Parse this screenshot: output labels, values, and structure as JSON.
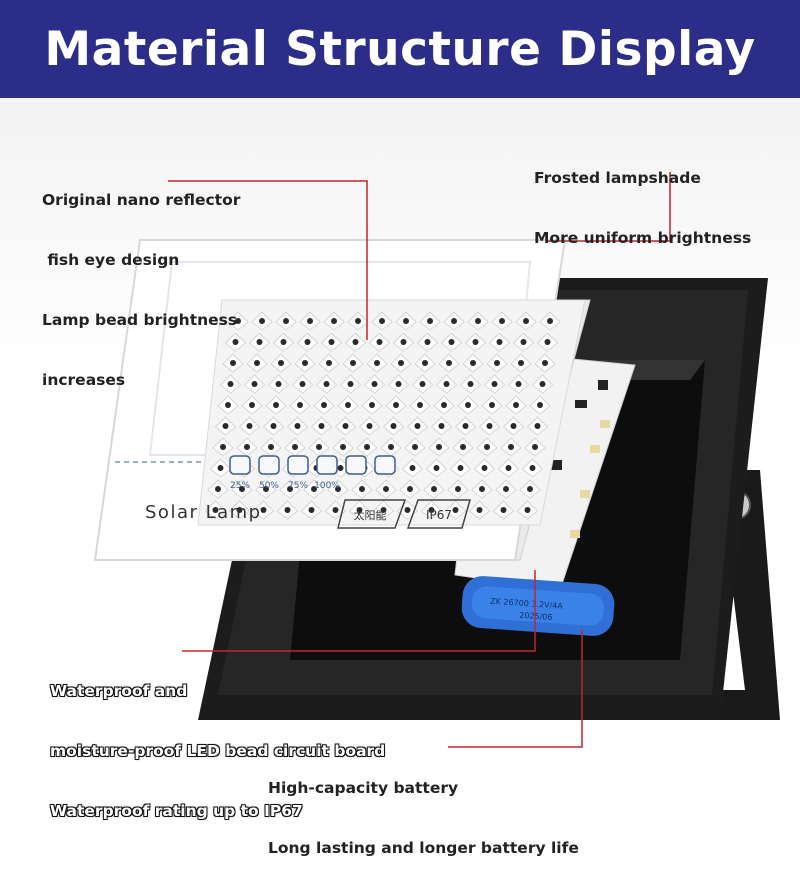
{
  "title": "Material Structure Display",
  "colors": {
    "banner": "#2b2d88",
    "leader_line": "#c0272d",
    "housing": "#1c1c1c"
  },
  "callouts": {
    "reflector": [
      "Original nano reflector",
      " fish eye design",
      "Lamp bead brightness",
      "increases"
    ],
    "lampshade": [
      "Frosted lampshade",
      "More uniform brightness"
    ],
    "circuit_board": [
      "Waterproof and",
      "moisture-proof LED bead circuit board",
      "Waterproof rating up to IP67"
    ],
    "battery": [
      "High-capacity battery",
      "Long lasting and longer battery life"
    ]
  },
  "lampshade_print": {
    "brand": "Solar Lamp",
    "brightness_levels": [
      "25%",
      "50%",
      "75%",
      "100%"
    ],
    "badge_solar": "太阳能",
    "badge_ip": "IP67"
  },
  "battery_label": [
    "ZK 26700 3.2V/4A",
    "2025/06"
  ]
}
